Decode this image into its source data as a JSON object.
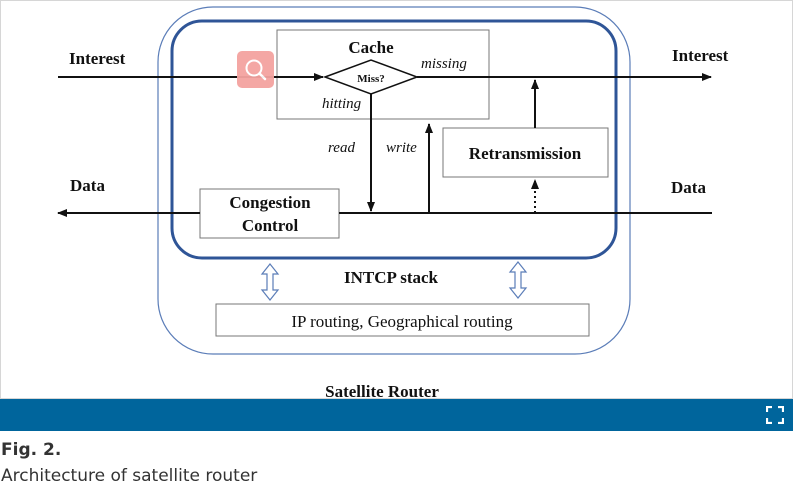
{
  "diagram": {
    "interest_in": "Interest",
    "interest_out": "Interest",
    "data_in": "Data",
    "data_out": "Data",
    "cache": "Cache",
    "miss": "Miss?",
    "missing": "missing",
    "hitting": "hitting",
    "read": "read",
    "write": "write",
    "retransmission": "Retransmission",
    "congestion_line1": "Congestion",
    "congestion_line2": "Control",
    "intcp_stack": "INTCP stack",
    "ip_routing": "IP routing, Geographical routing",
    "satellite_router": "Satellite Router"
  },
  "caption": {
    "label": "Fig. 2.",
    "text": "Architecture of satellite router"
  },
  "colors": {
    "toolbar": "#00659c",
    "inner_border": "#2f5597",
    "outer_border": "#5b7db8",
    "zoom_button": "#f4a3a0"
  },
  "icons": {
    "zoom": "magnifier-icon",
    "expand": "expand-icon"
  }
}
